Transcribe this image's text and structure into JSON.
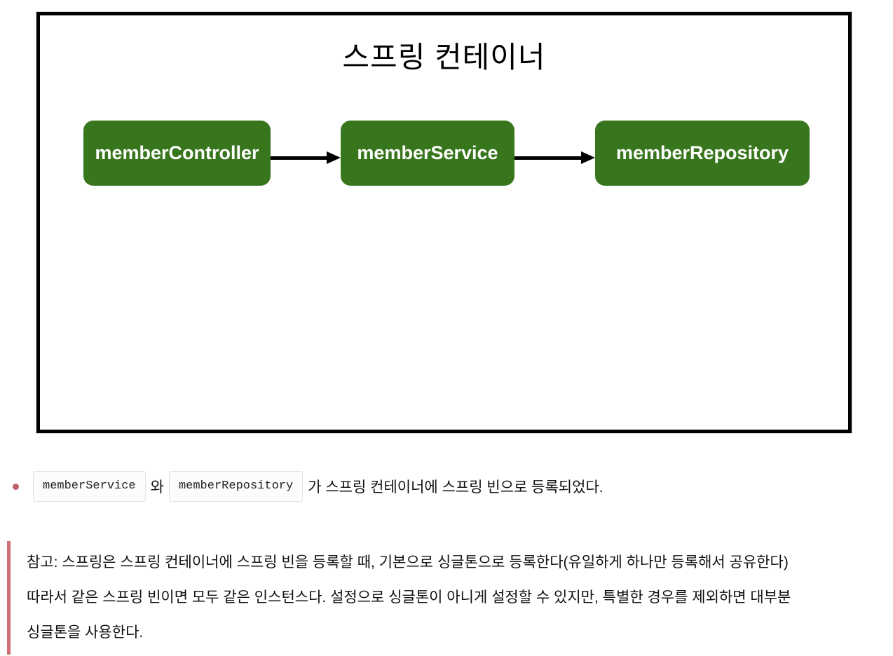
{
  "diagram": {
    "title": "스프링 컨테이너",
    "nodes": [
      {
        "id": "memberController",
        "label": "memberController"
      },
      {
        "id": "memberService",
        "label": "memberService"
      },
      {
        "id": "memberRepository",
        "label": "memberRepository"
      }
    ],
    "arrows": [
      {
        "from": "memberController",
        "to": "memberService"
      },
      {
        "from": "memberService",
        "to": "memberRepository"
      }
    ],
    "colors": {
      "node_fill": "#38761d",
      "node_text": "#ffffff",
      "frame_border": "#000000",
      "arrow": "#000000"
    }
  },
  "bullet_item": {
    "code_first": "memberService",
    "connector": "와",
    "code_second": "memberRepository",
    "trailing_text": "가 스프링 컨테이너에 스프링 빈으로 등록되었다.",
    "marker_color": "#bf6069"
  },
  "note_quote": {
    "text": "참고: 스프링은 스프링 컨테이너에 스프링 빈을 등록할 때, 기본으로 싱글톤으로 등록한다(유일하게 하나만 등록해서 공유한다) 따라서 같은 스프링 빈이면 모두 같은 인스턴스다. 설정으로 싱글톤이 아니게 설정할 수 있지만, 특별한 경우를 제외하면 대부분 싱글톤을 사용한다.",
    "border_color": "#cf6f75"
  }
}
